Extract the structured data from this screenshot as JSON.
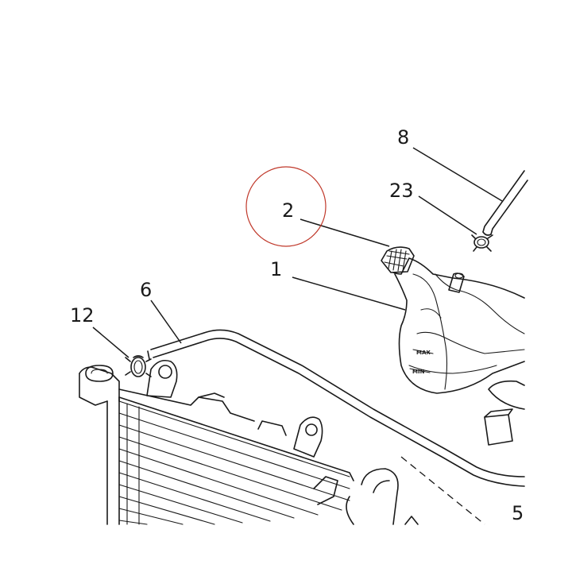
{
  "diagram": {
    "labels": {
      "p1": "1",
      "p2": "2",
      "p5": "5",
      "p6": "6",
      "p8": "8",
      "p12": "12",
      "p23": "23"
    },
    "tank_marks": {
      "max": "MAX",
      "min": "MIN"
    },
    "highlight_color": "#c0392b",
    "line_color": "#1a1a1a"
  }
}
